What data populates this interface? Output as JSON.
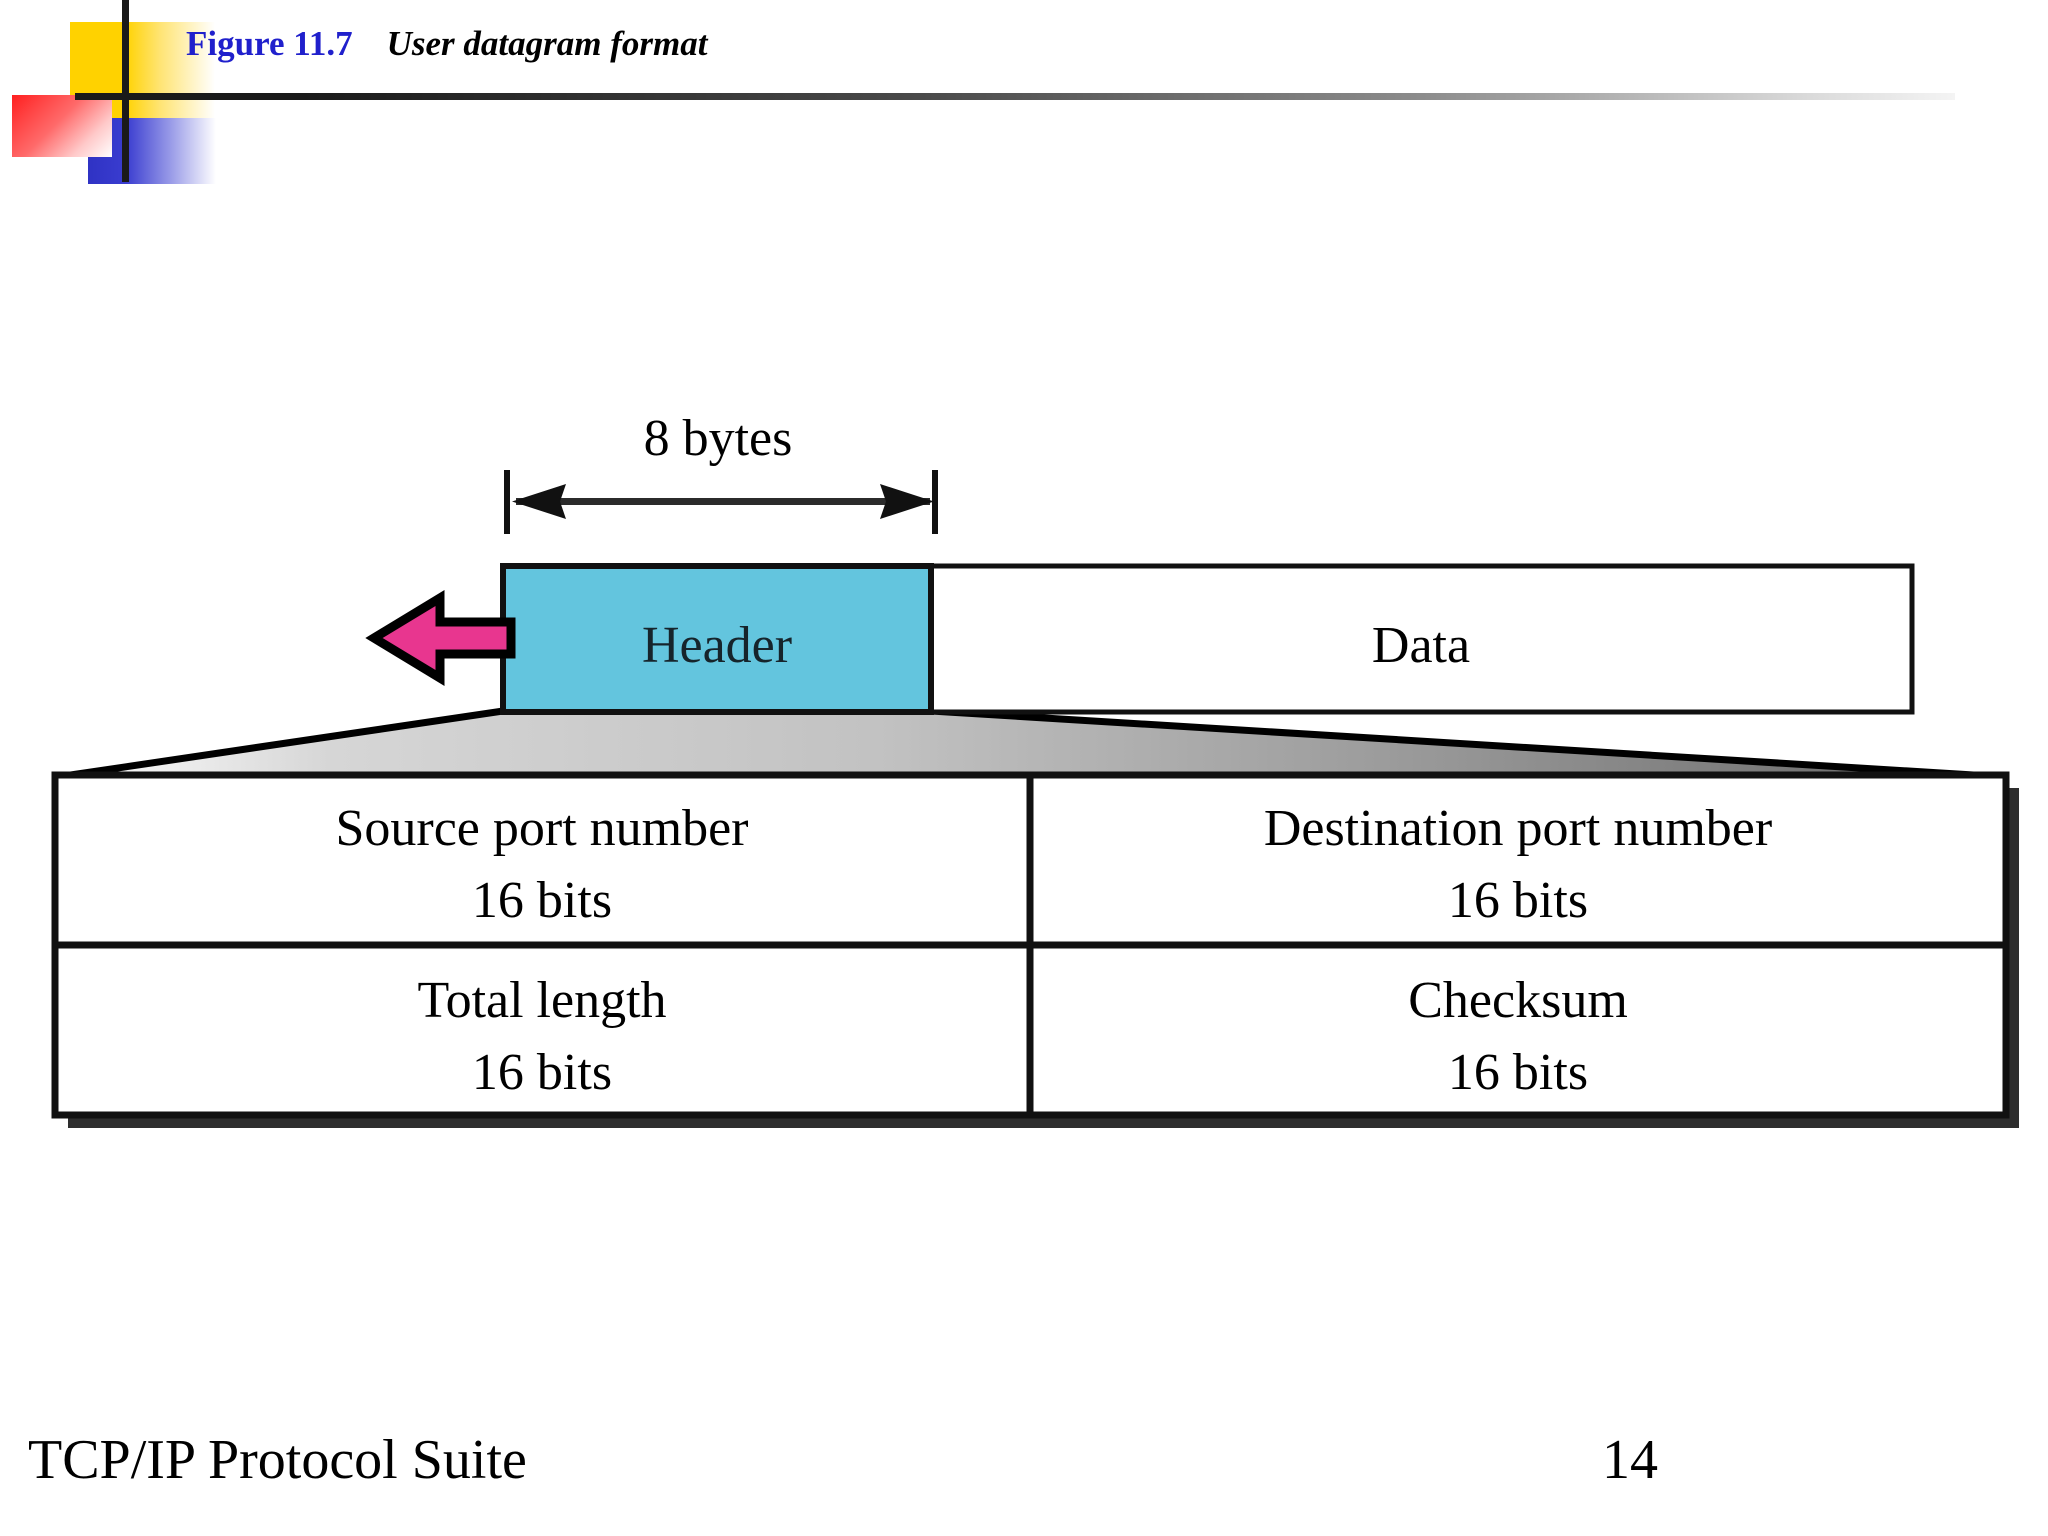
{
  "slide": {
    "title": {
      "figure_number": "Figure 11.7",
      "caption": "User datagram format",
      "figure_number_color": "#2020CC",
      "caption_color": "#000000"
    },
    "footer": {
      "book_title": "TCP/IP Protocol Suite",
      "page_number": "14"
    }
  },
  "diagram": {
    "dimension_label": "8 bytes",
    "packet": {
      "header_label": "Header",
      "header_fill": "#63C5DE",
      "data_label": "Data",
      "data_fill": "#FFFFFF"
    },
    "callout_arrow": {
      "name": "left-pointing-arrow",
      "color": "#E8368F",
      "outline": "#000000"
    },
    "funnel": {
      "name": "zoom-funnel",
      "fill_from": "#FFFFFF",
      "fill_to": "#6E6E6E"
    },
    "header_fields": [
      {
        "name": "Source port number",
        "size": "16 bits",
        "row": 0,
        "column": 0
      },
      {
        "name": "Destination port number",
        "size": "16 bits",
        "row": 0,
        "column": 1
      },
      {
        "name": "Total length",
        "size": "16 bits",
        "row": 1,
        "column": 0
      },
      {
        "name": "Checksum",
        "size": "16 bits",
        "row": 1,
        "column": 1
      }
    ],
    "shadow_color": "#2E2E2E"
  }
}
